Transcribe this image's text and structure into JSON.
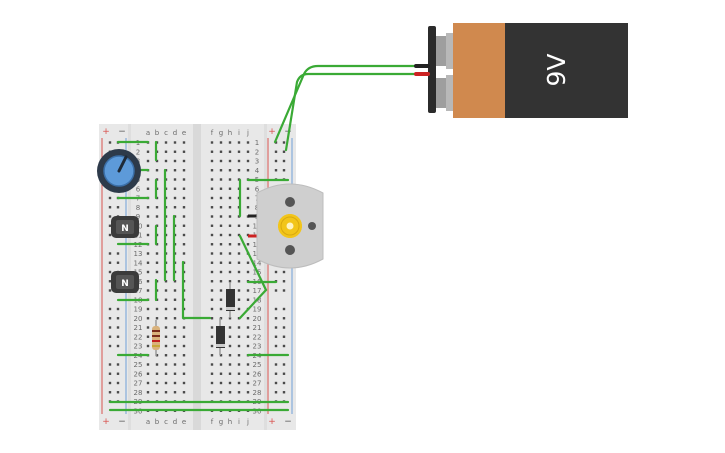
{
  "battery": {
    "label": "9V",
    "body_color": "#333333",
    "cap_color": "#d0894e",
    "terminal_color": "#9e9e9e"
  },
  "breadboard": {
    "body_color": "#e8e8e8",
    "rail_plus": "+",
    "rail_minus": "−",
    "columns_left": [
      "a",
      "b",
      "c",
      "d",
      "e"
    ],
    "columns_right": [
      "f",
      "g",
      "h",
      "i",
      "j"
    ],
    "row_numbers_left": [
      "1",
      "2",
      "3",
      "4",
      "5",
      "6",
      "7",
      "8",
      "9",
      "10",
      "11",
      "12",
      "13",
      "14",
      "15",
      "16",
      "17",
      "18",
      "19",
      "20",
      "21",
      "22",
      "23",
      "24",
      "25",
      "26",
      "27",
      "28",
      "29",
      "30"
    ],
    "row_numbers_right": [
      "1",
      "2",
      "3",
      "4",
      "5",
      "6",
      "7",
      "8",
      "9",
      "10",
      "11",
      "12",
      "13",
      "14",
      "15",
      "16",
      "17",
      "18",
      "19",
      "20",
      "21",
      "22",
      "23",
      "24",
      "25",
      "26",
      "27",
      "28",
      "29",
      "30"
    ]
  },
  "transistors": [
    {
      "label": "N"
    },
    {
      "label": "N"
    }
  ],
  "colors": {
    "wire": "#3aaa35",
    "rail_red": "#d9534f",
    "rail_blue": "#6f9fd8",
    "potentiometer": "#5d9ad9",
    "motor": "#cfcfcf",
    "gear": "#f2c51a",
    "lead_red": "#cc2222",
    "lead_black": "#222222"
  }
}
